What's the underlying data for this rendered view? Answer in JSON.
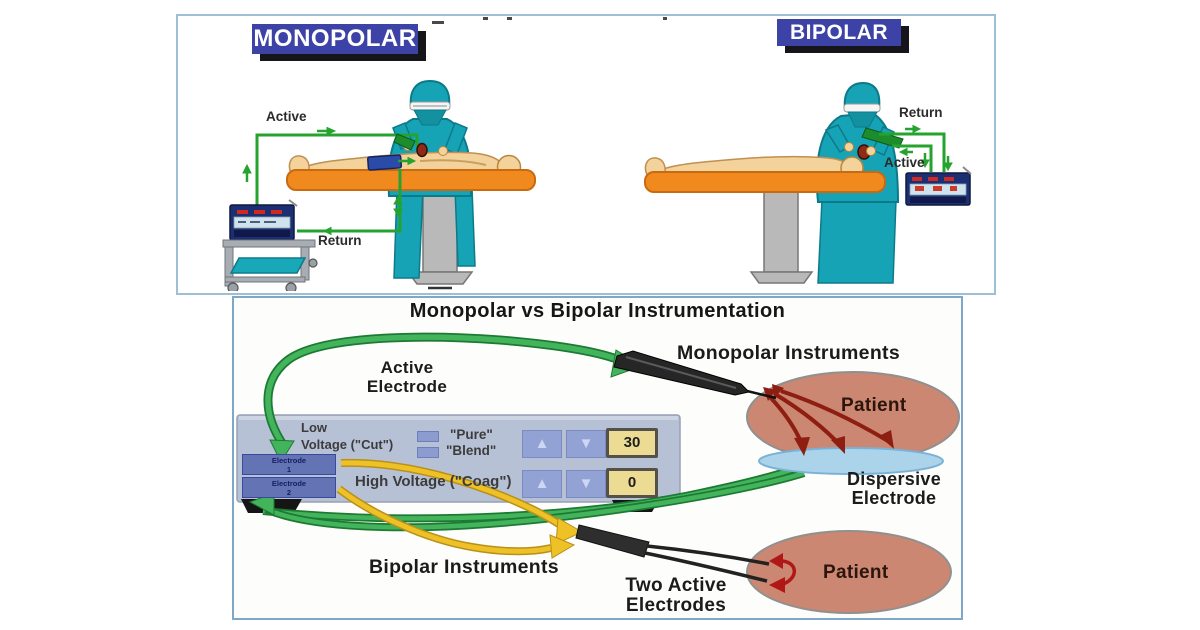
{
  "top_panel": {
    "monopolar_label": "MONOPOLAR",
    "bipolar_label": "BIPOLAR",
    "monopolar_scene": {
      "active": "Active",
      "return": "Return"
    },
    "bipolar_scene": {
      "active": "Active",
      "return": "Return"
    }
  },
  "bottom_panel": {
    "title": "Monopolar vs Bipolar Instrumentation",
    "active_electrode": [
      "Active",
      "Electrode"
    ],
    "monopolar_instruments": "Monopolar Instruments",
    "patient_monopolar": "Patient",
    "dispersive_electrode": [
      "Dispersive",
      "Electrode"
    ],
    "bipolar_instruments": "Bipolar Instruments",
    "two_active_electrodes": [
      "Two Active",
      "Electrodes"
    ],
    "patient_bipolar": "Patient",
    "generator": {
      "low_voltage_line1": "Low",
      "low_voltage_line2": "Voltage (\"Cut\")",
      "pure": "\"Pure\"",
      "blend": "\"Blend\"",
      "high_voltage": "High Voltage (\"Coag\")",
      "electrode_1_line1": "Electrode",
      "electrode_1_line2": "1",
      "electrode_2_line1": "Electrode",
      "electrode_2_line2": "2",
      "cut_value": "30",
      "coag_value": "0",
      "up_glyph": "▲",
      "down_glyph": "▼"
    }
  },
  "colors": {
    "label_box_blue": "#3d43a6",
    "surgeon_teal": "#16a3b5",
    "table_orange": "#f18a1e",
    "skin": "#f3d29b",
    "wire_green": "#26a32e",
    "arrow_green": "#44b45c",
    "arrow_yellow": "#eec227",
    "patient_fill": "#cb8771",
    "dispersive_fill": "#abd3ea",
    "current_red": "#8e1d12",
    "generator_panel": "#b7c1d6",
    "value_display": "#ecdb93",
    "device_navy": "#1c2f72"
  }
}
